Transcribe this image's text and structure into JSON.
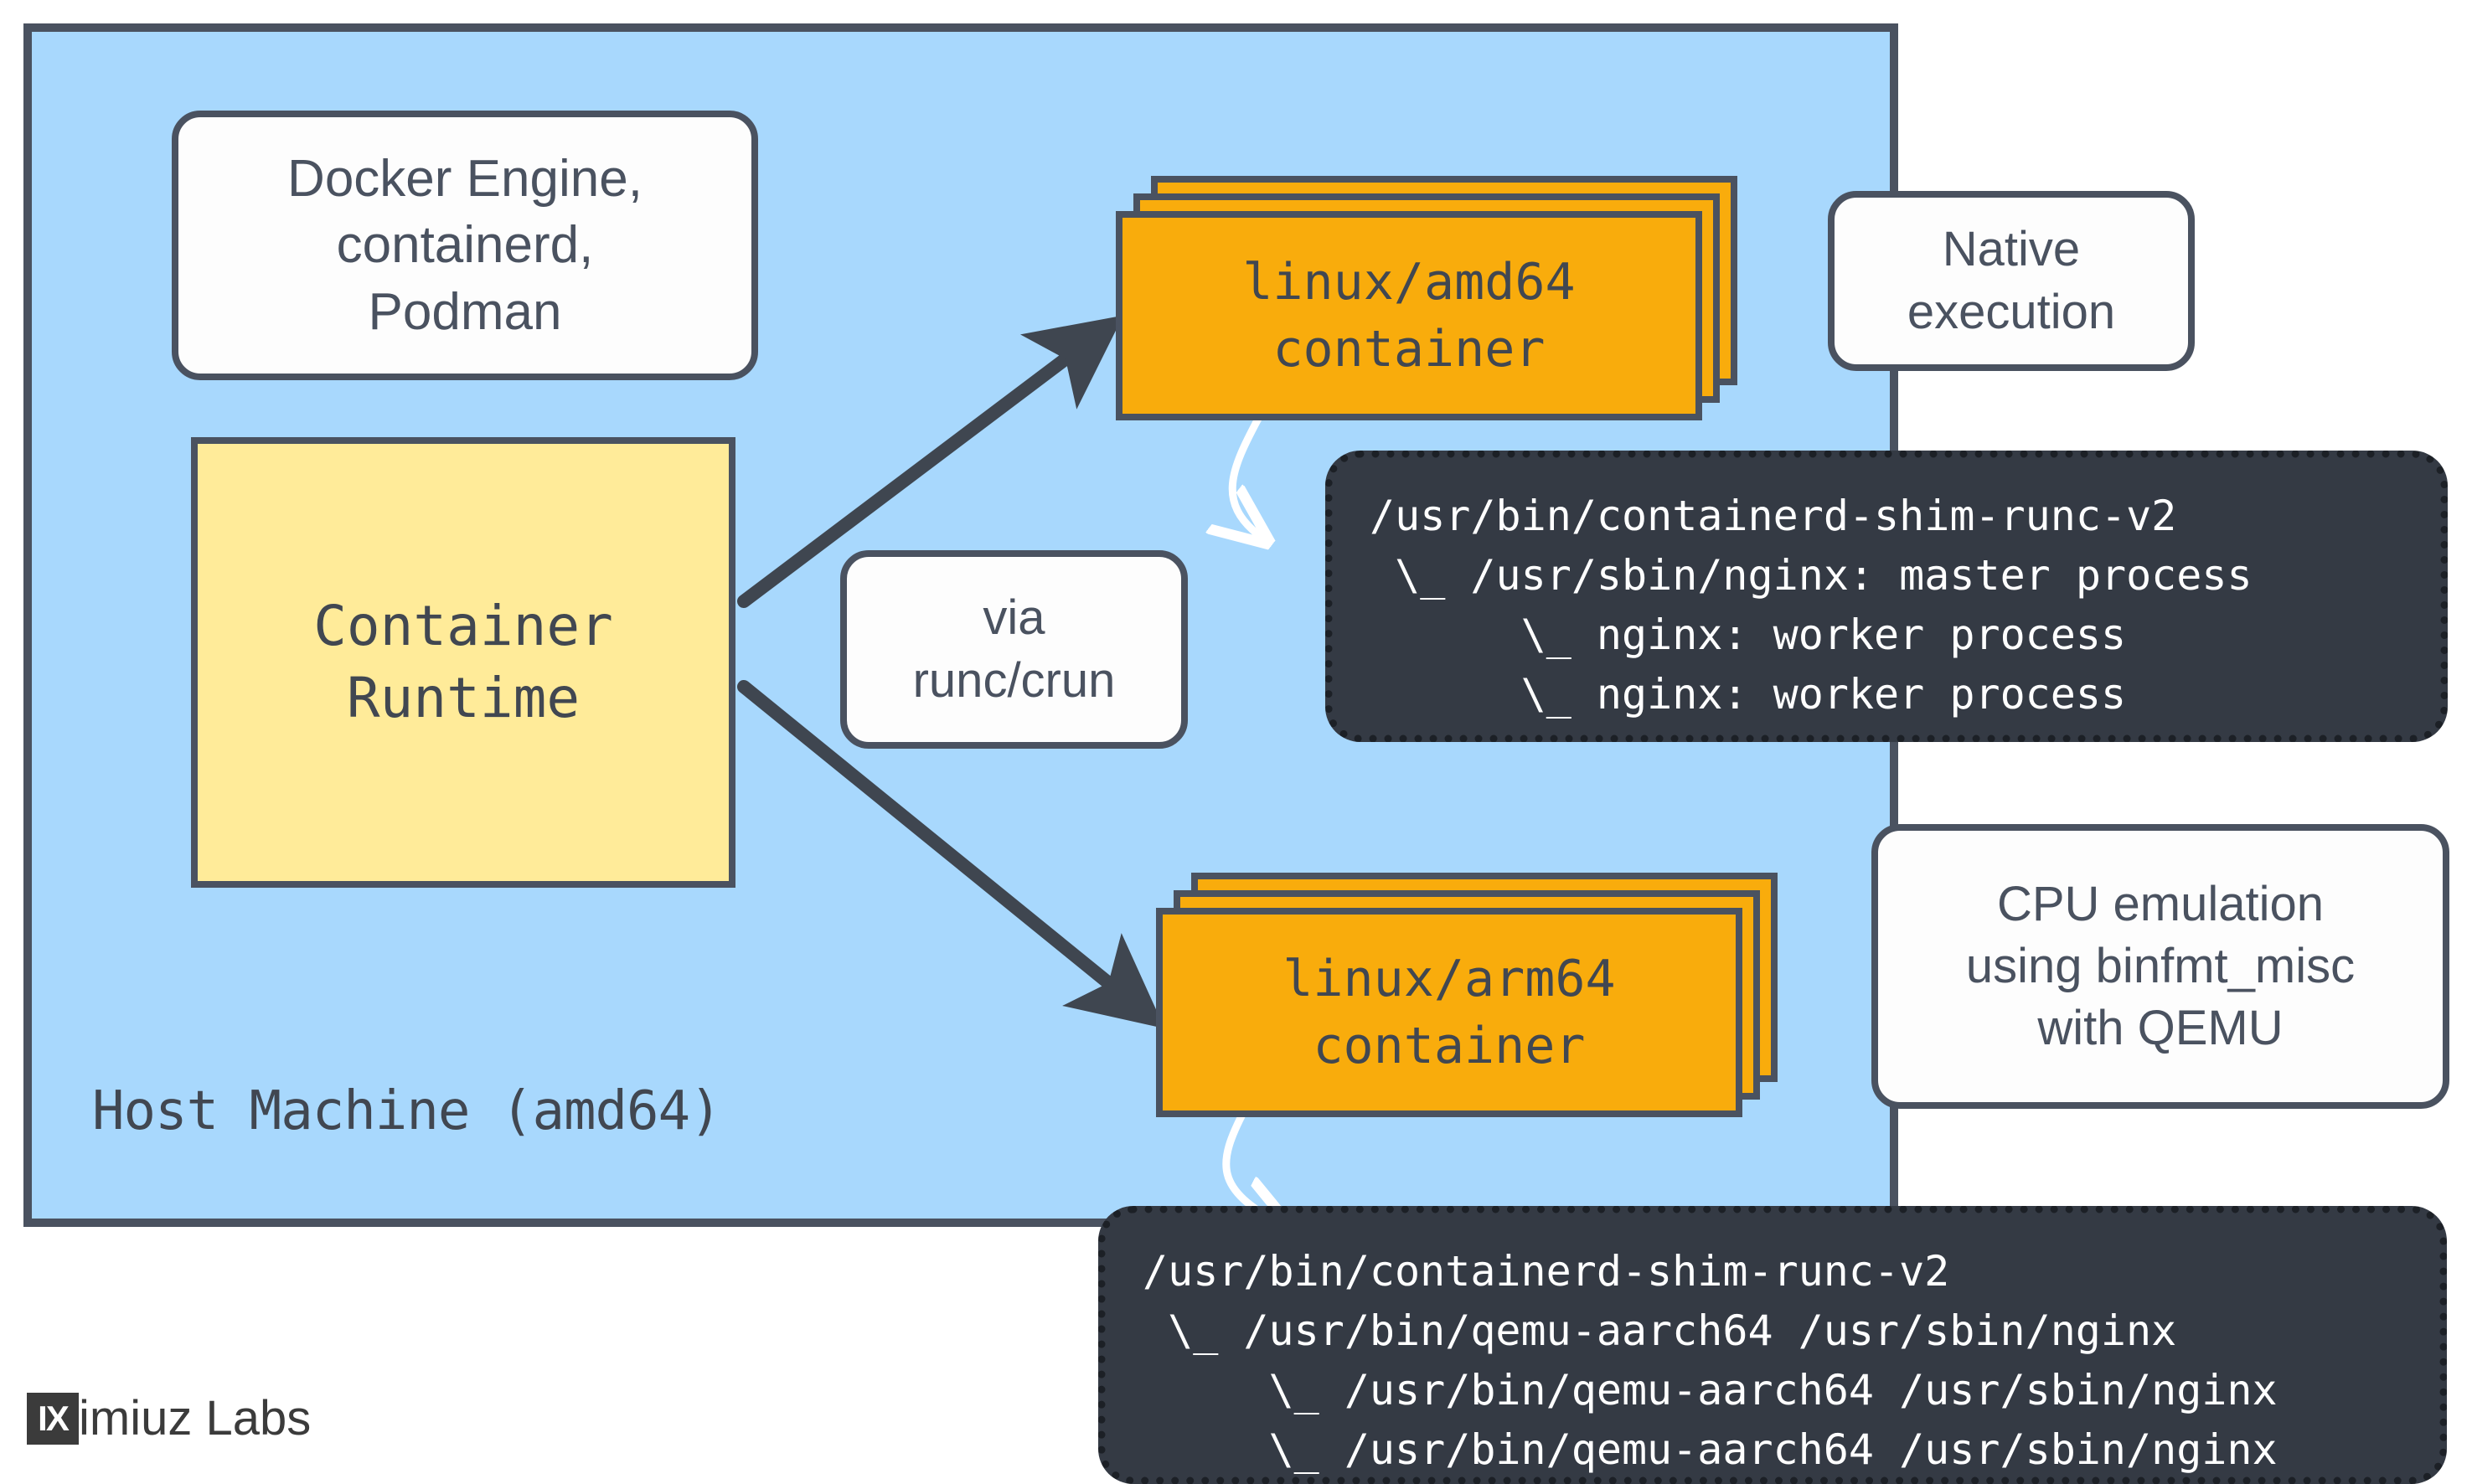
{
  "diagram": {
    "title": "Container runtime native execution vs CPU emulation",
    "colors": {
      "host_fill": "#a8d8fd",
      "border": "#4a5260",
      "runtime_fill": "#ffeb99",
      "container_fill": "#f9ac0c",
      "terminal_fill": "#343a44",
      "terminal_text": "#ffffff",
      "callout_fill": "#fdfdfd"
    },
    "host": {
      "label": "Host Machine (amd64)"
    },
    "notes": {
      "engines": "Docker Engine,\ncontainerd,\nPodman",
      "via_runtime": "via\nrunc/crun",
      "native_execution": "Native\nexecution",
      "cpu_emulation": "CPU emulation\nusing binfmt_misc\nwith QEMU"
    },
    "runtime": {
      "label": "Container\nRuntime"
    },
    "containers": [
      {
        "id": "amd64",
        "label": "linux/amd64\ncontainer",
        "stack_count": 3
      },
      {
        "id": "arm64",
        "label": "linux/arm64\ncontainer",
        "stack_count": 3
      }
    ],
    "terminals": [
      {
        "id": "native-pstree",
        "text": "/usr/bin/containerd-shim-runc-v2\n \\_ /usr/sbin/nginx: master process\n      \\_ nginx: worker process\n      \\_ nginx: worker process"
      },
      {
        "id": "qemu-pstree",
        "text": "/usr/bin/containerd-shim-runc-v2\n \\_ /usr/bin/qemu-aarch64 /usr/sbin/nginx\n     \\_ /usr/bin/qemu-aarch64 /usr/sbin/nginx\n     \\_ /usr/bin/qemu-aarch64 /usr/sbin/nginx"
      }
    ],
    "footer": {
      "logo_mark": "IX",
      "logo_text": "imiuz Labs"
    }
  }
}
